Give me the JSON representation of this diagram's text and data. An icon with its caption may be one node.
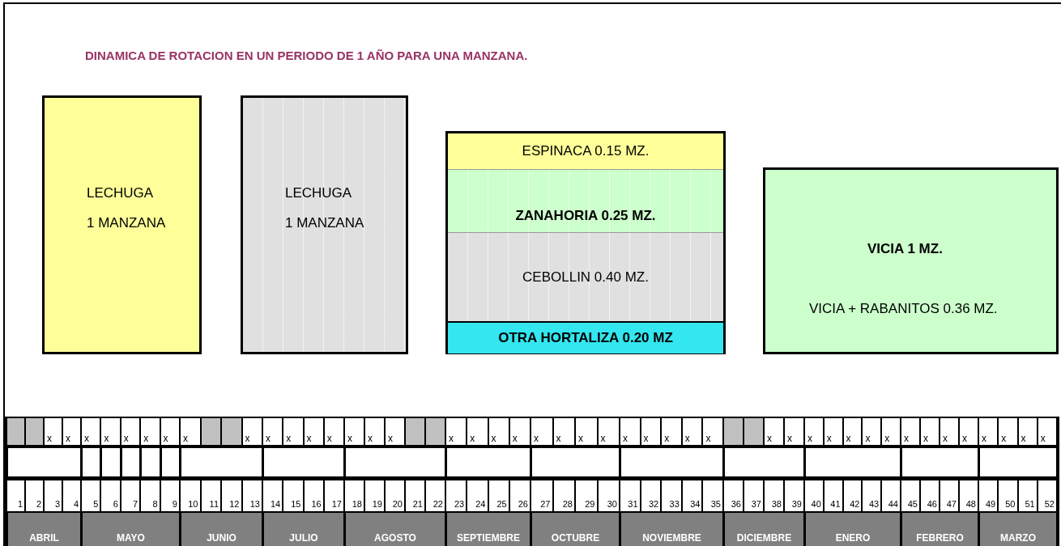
{
  "diagram": {
    "title": "DINAMICA DE ROTACION EN UN PERIODO DE 1 AÑO PARA UNA MANZANA.",
    "nodes": [
      {
        "text": [
          "LECHUGA",
          "1 MANZANA"
        ]
      },
      {
        "text": [
          "LECHUGA",
          "1 MANZANA"
        ]
      },
      {
        "text": [],
        "shape": "box"
      },
      {
        "text": [
          "ESPINACA 0.15 MZ."
        ],
        "in": 2
      },
      {
        "text": [
          "ZANAHORIA 0.25 MZ."
        ],
        "in": 2
      },
      {
        "text": [
          "CEBOLLIN 0.40 MZ."
        ],
        "in": 2
      },
      {
        "text": [
          "OTRA HORTALIZA 0.20 MZ"
        ],
        "in": 2
      },
      {
        "text": [
          "VICIA 1 MZ.",
          "VICIA + RABANITOS 0.36 MZ."
        ]
      }
    ],
    "edges": [],
    "labels": [
      "x",
      "x",
      "x",
      "x",
      "x",
      "x",
      "x",
      "x",
      "x",
      "x",
      "x",
      "x",
      "x",
      "x",
      "x",
      "x",
      "x",
      "x",
      "x",
      "x",
      "x",
      "x",
      "x",
      "x",
      "x",
      "x",
      "x",
      "x",
      "x",
      "x",
      "x",
      "x",
      "x",
      "x",
      "x",
      "x",
      "x",
      "x",
      "x",
      "x",
      "x",
      "x",
      "x",
      "x",
      "1",
      "2",
      "3",
      "4",
      "5",
      "6",
      "7",
      "8",
      "9",
      "10",
      "11",
      "12",
      "13",
      "14",
      "15",
      "16",
      "17",
      "18",
      "19",
      "20",
      "21",
      "22",
      "23",
      "24",
      "25",
      "26",
      "27",
      "28",
      "29",
      "30",
      "31",
      "32",
      "33",
      "34",
      "35",
      "36",
      "37",
      "38",
      "39",
      "40",
      "41",
      "42",
      "43",
      "44",
      "45",
      "46",
      "47",
      "48",
      "49",
      "50",
      "51",
      "52",
      "ABRIL",
      "MAYO",
      "JUNIO",
      "JULIO",
      "AGOSTO",
      "SEPTIEMBRE",
      "OCTUBRE",
      "NOVIEMBRE",
      "DICIEMBRE",
      "ENERO",
      "FEBRERO",
      "MARZO"
    ]
  }
}
